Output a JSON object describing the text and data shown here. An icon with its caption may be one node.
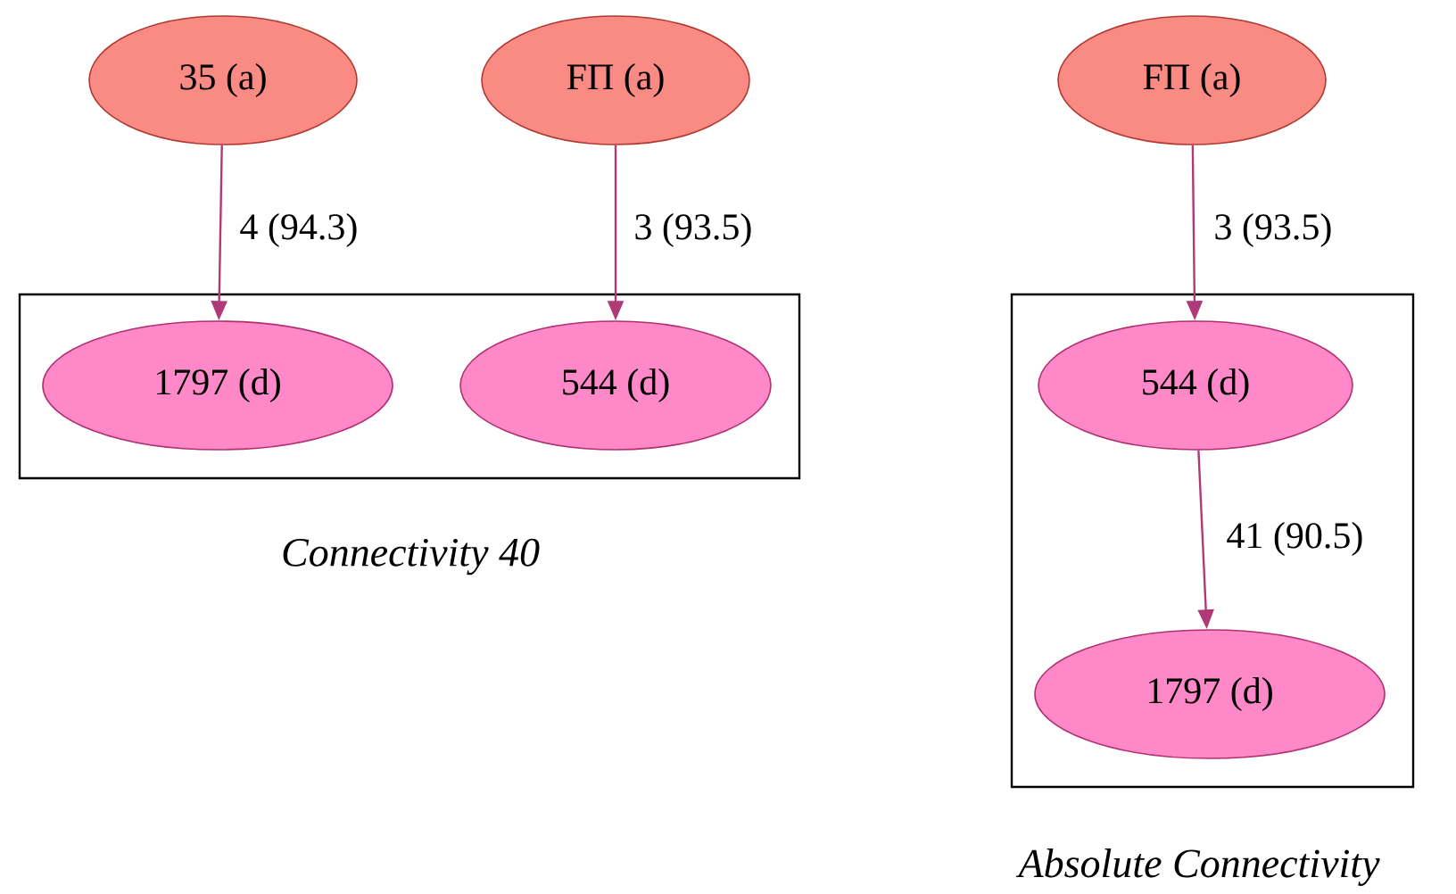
{
  "diagram": {
    "nodes": [
      {
        "text": [
          "35 (a)"
        ]
      },
      {
        "text": [
          "FΠ (a)"
        ]
      },
      {
        "text": [
          "FΠ (a)"
        ]
      },
      {
        "text": [],
        "shape": "box",
        "beside": [
          "Connectivity 40"
        ]
      },
      {
        "text": [
          "1797 (d)"
        ],
        "in": 3
      },
      {
        "text": [
          "544 (d)"
        ],
        "in": 3
      },
      {
        "text": [],
        "shape": "box",
        "beside": [
          "Absolute Connectivity"
        ]
      },
      {
        "text": [
          "544 (d)"
        ],
        "in": 6
      },
      {
        "text": [
          "1797 (d)"
        ],
        "in": 6
      }
    ],
    "edges": [
      {
        "from": 0,
        "to": 4,
        "arrow": "to",
        "label": "4 (94.3)"
      },
      {
        "from": 1,
        "to": 5,
        "arrow": "to",
        "label": "3 (93.5)"
      },
      {
        "from": 2,
        "to": 7,
        "arrow": "to",
        "label": "3 (93.5)"
      },
      {
        "from": 7,
        "to": 8,
        "arrow": "to",
        "label": "41 (90.5)"
      }
    ]
  }
}
